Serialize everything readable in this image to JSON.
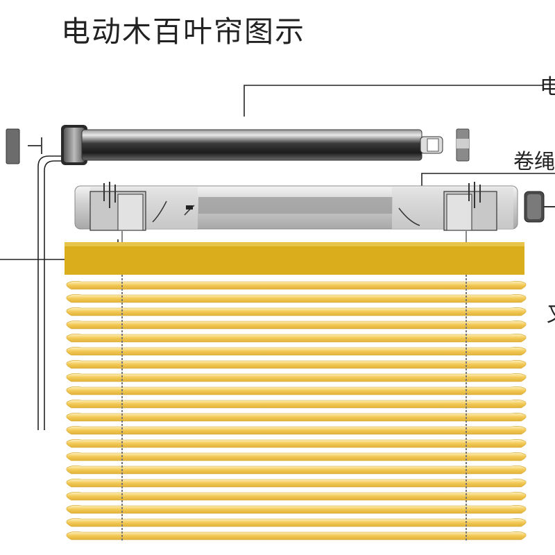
{
  "diagram": {
    "title": "电动木百叶帘图示",
    "callouts": {
      "top_right_partial": "电",
      "cord_label_partial": "卷绳",
      "slat_label_partial": "叉"
    },
    "slat_count": 20,
    "colors": {
      "slat": "#f2c955",
      "head_rail": "#d9ad1c",
      "tube_dark": "#2e2e2e",
      "rail_gray": "#c9c9c9",
      "line": "#222222"
    }
  }
}
